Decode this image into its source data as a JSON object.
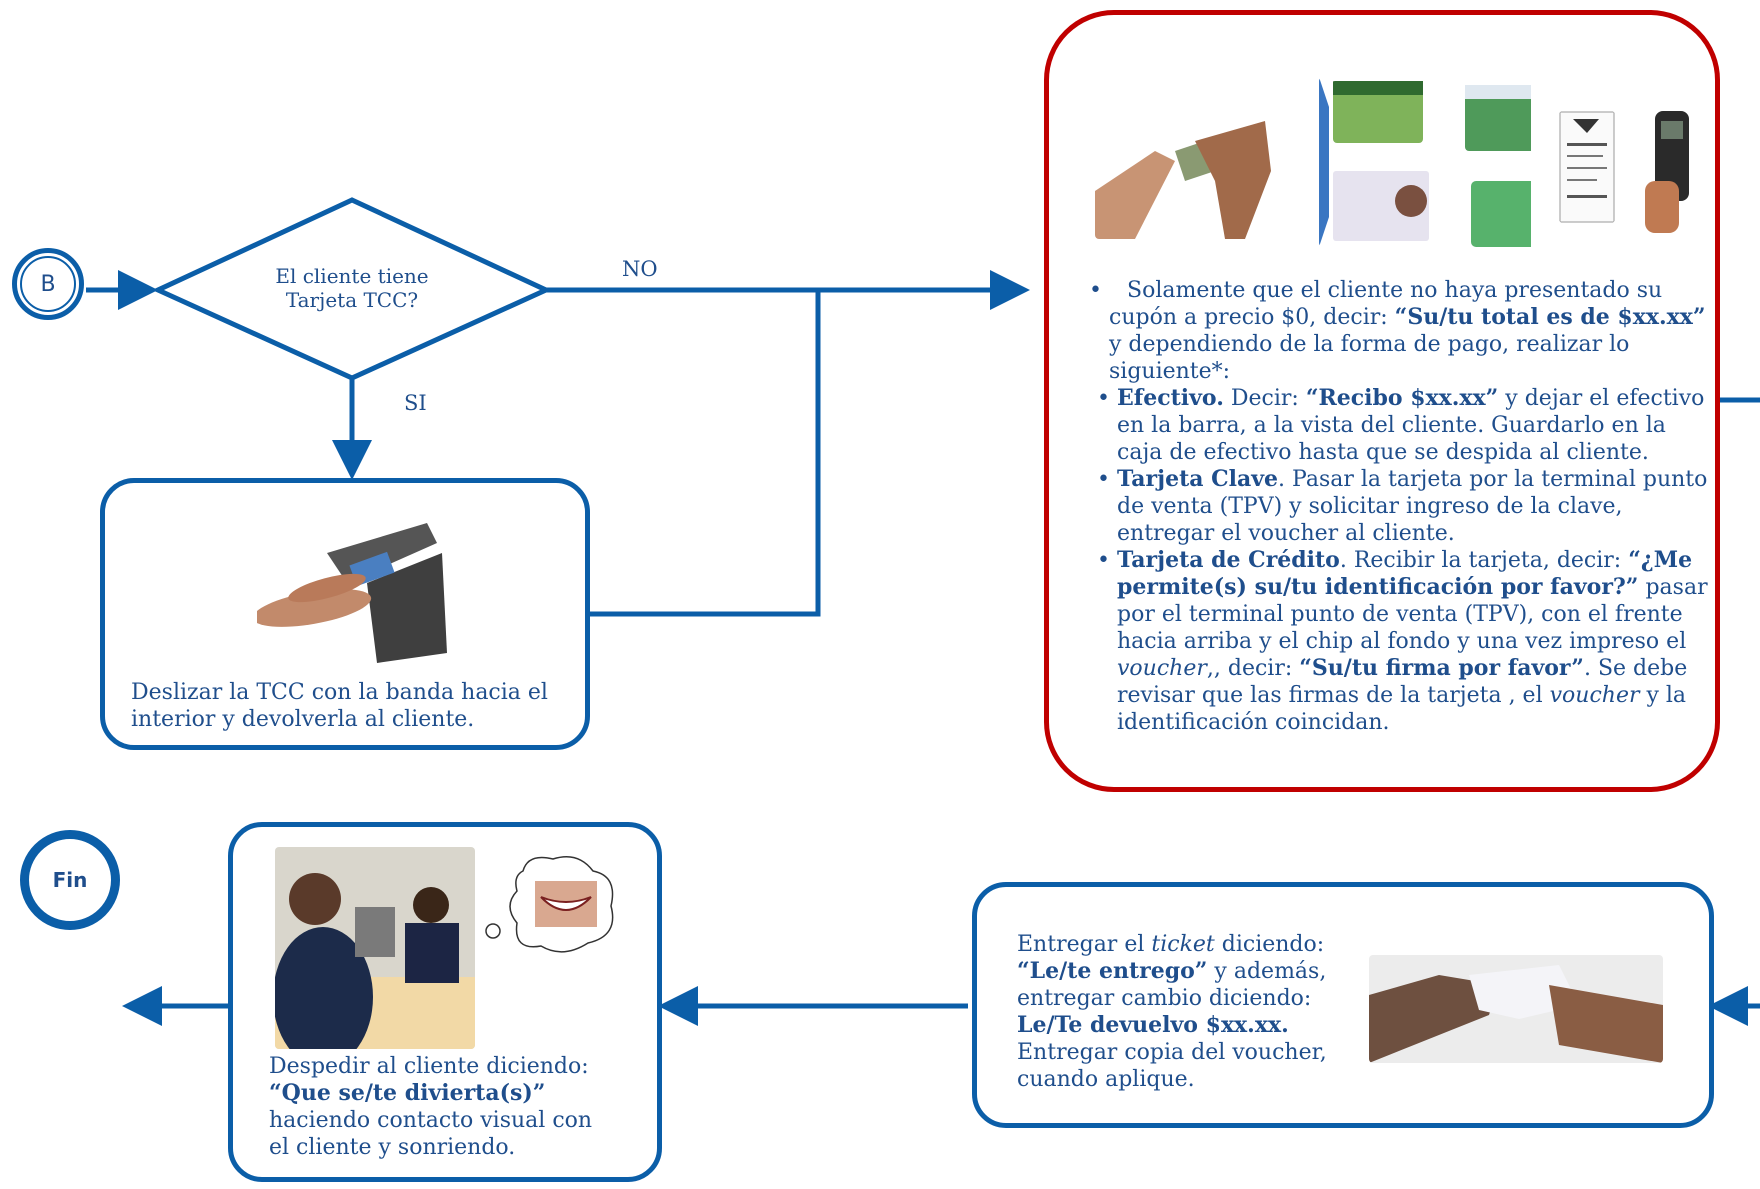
{
  "nodes": {
    "start": "B",
    "end": "Fin"
  },
  "decision": {
    "line1": "El cliente tiene",
    "line2": "Tarjeta TCC?",
    "no_label": "NO",
    "si_label": "SI"
  },
  "tcc_box": {
    "text": "Deslizar la TCC con la banda hacia el interior y devolverla al cliente."
  },
  "payment_box": {
    "intro_pre": "Solamente que el cliente no haya presentado su cupón a precio $0, decir: ",
    "intro_bold": "“Su/tu total es de $xx.xx”",
    "intro_post": " y dependiendo de la forma de pago, realizar lo siguiente*:",
    "efectivo_title": "Efectivo.",
    "efectivo_pre": " Decir: ",
    "efectivo_bold": "“Recibo $xx.xx”",
    "efectivo_post": " y dejar el efectivo en la barra, a la vista del cliente. Guardarlo en la caja de efectivo hasta que se despida al cliente.",
    "clave_title": "Tarjeta Clave",
    "clave_post": ".  Pasar la tarjeta por la terminal punto de venta (TPV)   y solicitar ingreso de la clave,  entregar el voucher al cliente.",
    "credito_title": "Tarjeta de Crédito",
    "credito_pre": ". Recibir la tarjeta, decir: ",
    "credito_bold": "“¿Me permite(s) su/tu identificación por favor?”",
    "credito_mid": " pasar por el terminal punto de venta (TPV), con el frente hacia arriba y el chip al fondo y una vez impreso el ",
    "credito_voucher": "voucher",
    "credito_mid2": ",, decir: ",
    "credito_bold2": "“Su/tu firma por favor”",
    "credito_mid3": ". Se debe revisar que las firmas de la tarjeta , el ",
    "credito_voucher2": "voucher",
    "credito_end": " y la identificación coincidan."
  },
  "ticket_box": {
    "l1_pre": "Entregar el ",
    "l1_it": "ticket",
    "l1_post": " diciendo:",
    "l2_bold": "“Le/te entrego”",
    "l2_post": " y además,",
    "l3": "entregar cambio diciendo:",
    "l4_bold": "Le/Te devuelvo $xx.xx.",
    "l5": "Entregar copia del voucher,",
    "l6": "cuando aplique."
  },
  "farewell_box": {
    "l1": "Despedir al cliente diciendo:",
    "l2_bold": "“Que se/te divierta(s)”",
    "l3": "haciendo  contacto visual con",
    "l4": "el cliente y sonriendo."
  },
  "colors": {
    "flow_blue": "#0b5ea8",
    "text_blue": "#1f4e8c",
    "payment_border": "#c00000"
  },
  "icons": [
    "hand-cash-photo",
    "payment-cards-photo",
    "receipt-photo",
    "card-terminal-photo",
    "card-swipe-photo",
    "ticket-handover-photo",
    "farewell-photo",
    "smile-thought-bubble"
  ]
}
